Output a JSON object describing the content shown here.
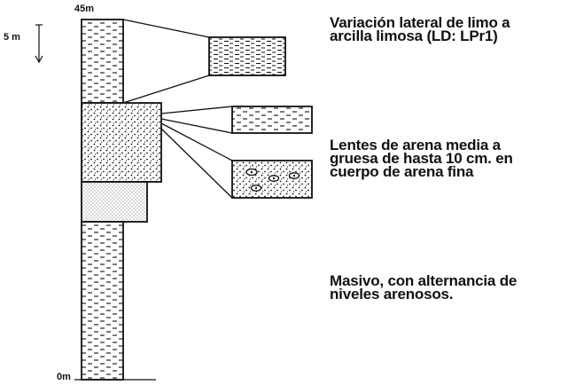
{
  "column": {
    "top_label": "45m",
    "bottom_label": "0m"
  },
  "scale": {
    "label": "5 m"
  },
  "annotations": [
    {
      "text": "Variación lateral de limo a\narcilla limosa (LD: LPr1)"
    },
    {
      "text": "Lentes de arena media a\ngruesa de hasta 10 cm. en\ncuerpo de arena fina"
    },
    {
      "text": "Masivo, con alternancia de\nniveles arenosos."
    }
  ],
  "colors": {
    "ink": "#111111",
    "background": "#ffffff"
  },
  "lithology": {
    "silt_pattern": "dashed-lines",
    "sand_pattern": "dense-dots",
    "fine_sand_pattern": "fine-dots",
    "lens_pattern": "dots-with-lenses"
  }
}
